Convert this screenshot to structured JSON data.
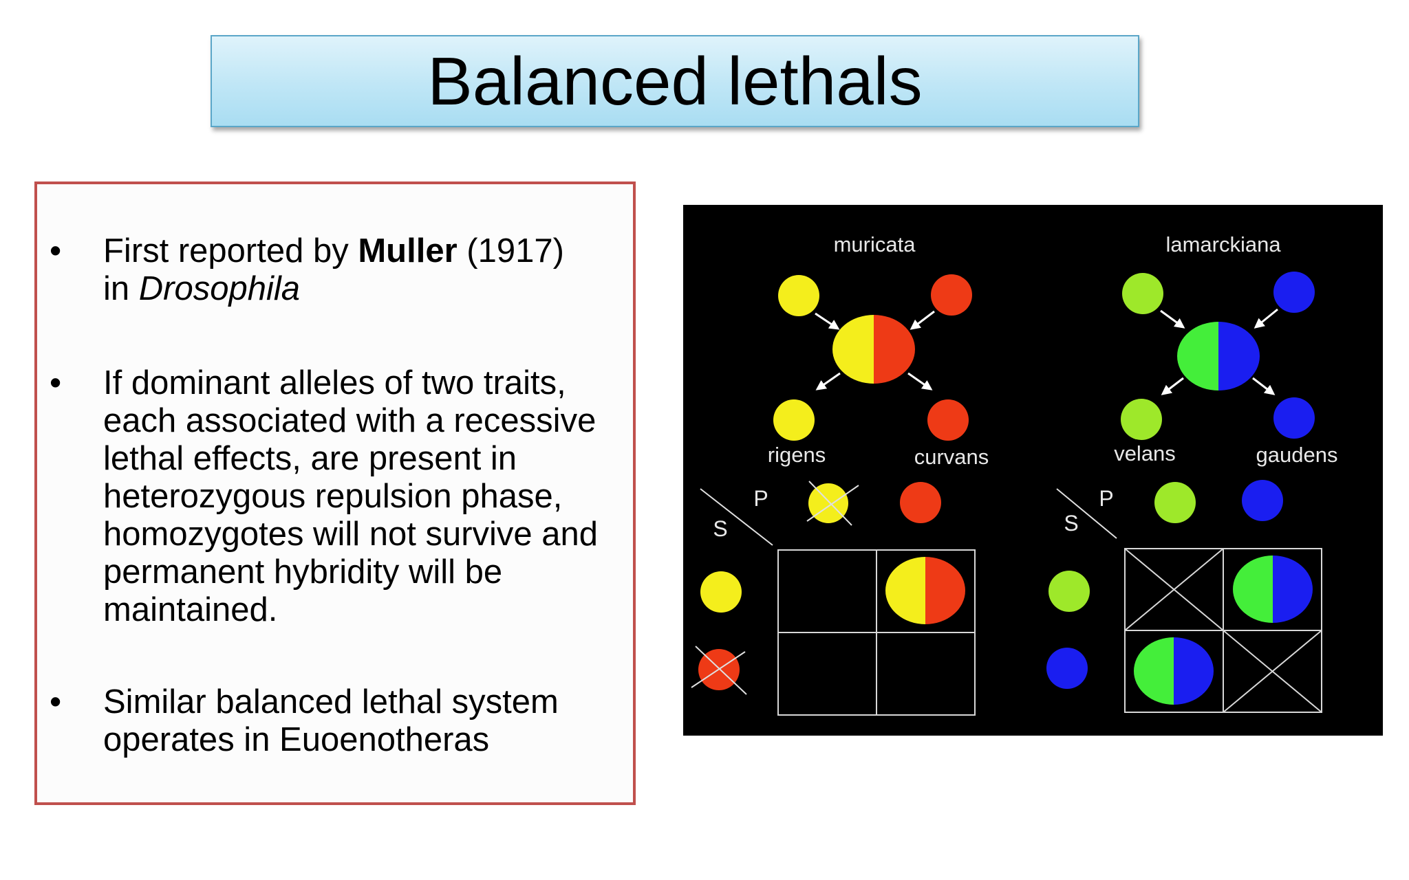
{
  "title": "Balanced lethals",
  "bullets": {
    "b1": {
      "prefix": "First reported by ",
      "bold": "Muller",
      "mid": " (1917)",
      "line2_prefix": "in ",
      "italic": "Drosophila"
    },
    "b2": {
      "text": "If dominant alleles of two traits, each associated with a recessive lethal effects, are present in heterozygous repulsion phase, homozygotes will not survive and permanent hybridity will be maintained."
    },
    "b3": {
      "text": "Similar balanced lethal system operates in Euoenotheras"
    },
    "dot": "•"
  },
  "diagram": {
    "left": {
      "species": "muricata",
      "complex_a": "rigens",
      "complex_b": "curvans",
      "s_label": "S",
      "p_label": "P"
    },
    "right": {
      "species": "lamarckiana",
      "complex_a": "velans",
      "complex_b": "gaudens",
      "s_label": "S",
      "p_label": "P"
    },
    "colors": {
      "yellow": "#f4ee1c",
      "red": "#ee3a16",
      "green": "#44ee3a",
      "blue": "#1a1ef0",
      "light_green": "#9ee82a"
    }
  }
}
